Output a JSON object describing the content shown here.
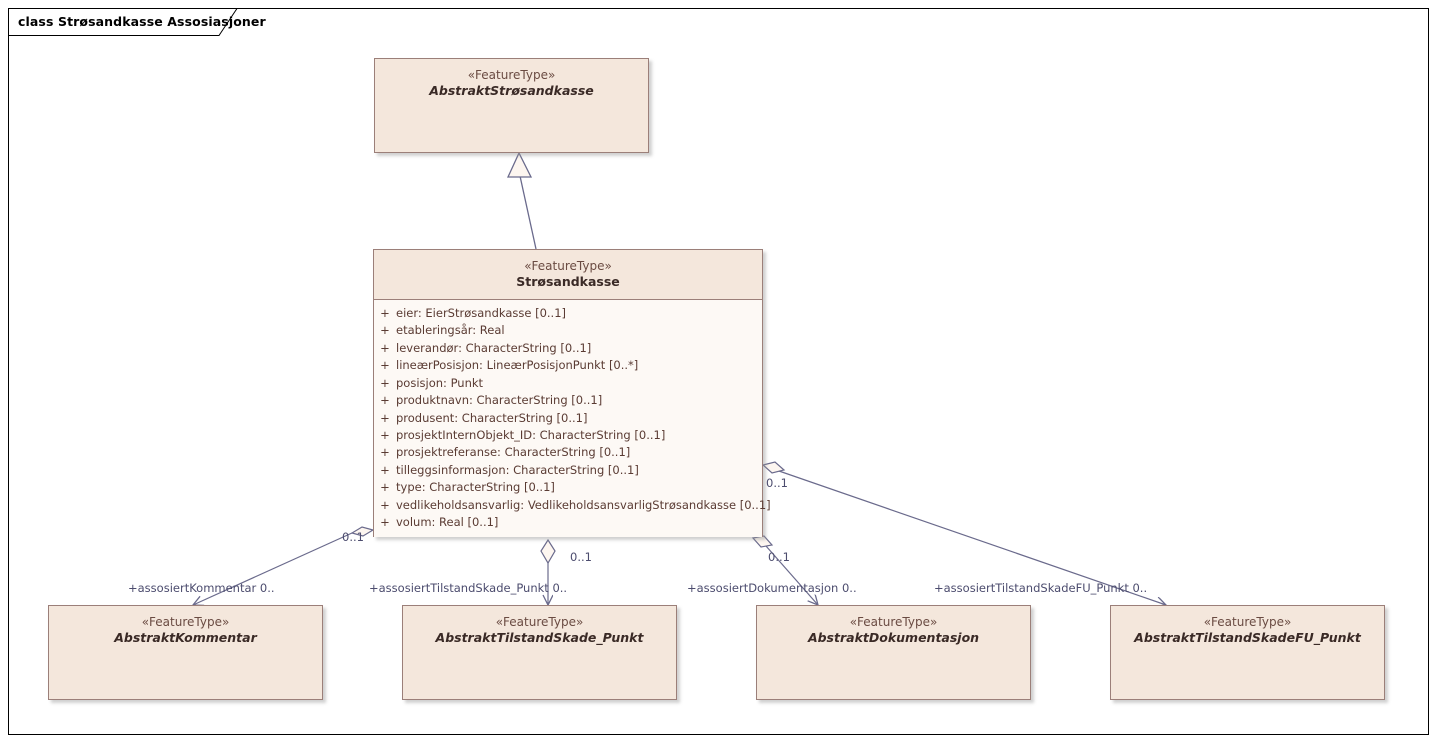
{
  "diagram": {
    "frame_title": "class Strøsandkasse Assosiasjoner",
    "colors": {
      "class_header_fill": "#f4e7dc",
      "class_body_fill": "#fdf9f5",
      "class_border": "#9b7f79",
      "connector": "#6a6a8c",
      "attribute_text": "#5a3b33",
      "label_text": "#4c4c6e",
      "frame_border": "#000000",
      "page_background": "#ffffff"
    }
  },
  "classes": {
    "abstrakt_strosandkasse": {
      "stereotype": "«FeatureType»",
      "name": "AbstraktStrøsandkasse",
      "abstract": true
    },
    "strosandkasse": {
      "stereotype": "«FeatureType»",
      "name": "Strøsandkasse",
      "abstract": false,
      "attributes": [
        {
          "visibility": "+",
          "signature": "eier: EierStrøsandkasse [0..1]"
        },
        {
          "visibility": "+",
          "signature": "etableringsår: Real"
        },
        {
          "visibility": "+",
          "signature": "leverandør: CharacterString [0..1]"
        },
        {
          "visibility": "+",
          "signature": "lineærPosisjon: LineærPosisjonPunkt [0..*]"
        },
        {
          "visibility": "+",
          "signature": "posisjon: Punkt"
        },
        {
          "visibility": "+",
          "signature": "produktnavn: CharacterString [0..1]"
        },
        {
          "visibility": "+",
          "signature": "produsent: CharacterString [0..1]"
        },
        {
          "visibility": "+",
          "signature": "prosjektInternObjekt_ID: CharacterString [0..1]"
        },
        {
          "visibility": "+",
          "signature": "prosjektreferanse: CharacterString [0..1]"
        },
        {
          "visibility": "+",
          "signature": "tilleggsinformasjon: CharacterString [0..1]"
        },
        {
          "visibility": "+",
          "signature": "type: CharacterString [0..1]"
        },
        {
          "visibility": "+",
          "signature": "vedlikeholdsansvarlig: VedlikeholdsansvarligStrøsandkasse [0..1]"
        },
        {
          "visibility": "+",
          "signature": "volum: Real [0..1]"
        }
      ]
    },
    "abstrakt_kommentar": {
      "stereotype": "«FeatureType»",
      "name": "AbstraktKommentar",
      "abstract": true
    },
    "abstrakt_tilstandskade_punkt": {
      "stereotype": "«FeatureType»",
      "name": "AbstraktTilstandSkade_Punkt",
      "abstract": true
    },
    "abstrakt_dokumentasjon": {
      "stereotype": "«FeatureType»",
      "name": "AbstraktDokumentasjon",
      "abstract": true
    },
    "abstrakt_tilstandskadefu_punkt": {
      "stereotype": "«FeatureType»",
      "name": "AbstraktTilstandSkadeFU_Punkt",
      "abstract": true
    }
  },
  "connectors": {
    "generalization": {
      "type": "generalization",
      "from": "Strøsandkasse",
      "to": "AbstraktStrøsandkasse"
    },
    "assoc_kommentar": {
      "type": "aggregation",
      "role_label": "+assosiertKommentar 0..",
      "source_multiplicity": "0..1",
      "target": "AbstraktKommentar"
    },
    "assoc_tilstandskade_punkt": {
      "type": "aggregation",
      "role_label": "+assosiertTilstandSkade_Punkt 0..",
      "source_multiplicity": "0..1",
      "target": "AbstraktTilstandSkade_Punkt"
    },
    "assoc_dokumentasjon": {
      "type": "aggregation",
      "role_label": "+assosiertDokumentasjon 0..",
      "source_multiplicity": "0..1",
      "target": "AbstraktDokumentasjon"
    },
    "assoc_tilstandskadefu_punkt": {
      "type": "aggregation",
      "role_label": "+assosiertTilstandSkadeFU_Punkt 0..",
      "source_multiplicity": "0..1",
      "target": "AbstraktTilstandSkadeFU_Punkt"
    }
  }
}
